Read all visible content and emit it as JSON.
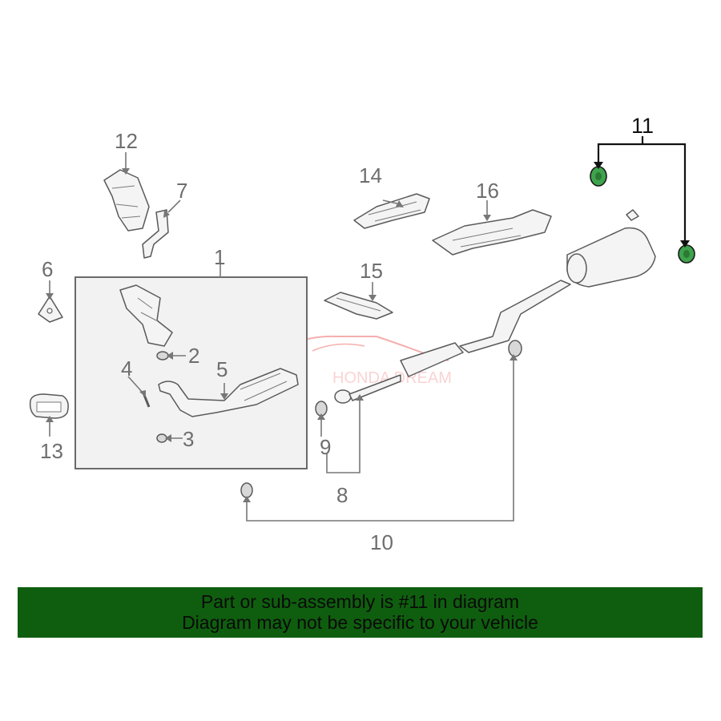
{
  "diagram": {
    "callouts": {
      "c1": "1",
      "c2": "2",
      "c3": "3",
      "c4": "4",
      "c5": "5",
      "c6": "6",
      "c7": "7",
      "c8": "8",
      "c9": "9",
      "c10": "10",
      "c11": "11",
      "c12": "12",
      "c13": "13",
      "c14": "14",
      "c15": "15",
      "c16": "16"
    },
    "highlighted_part": "11",
    "highlight_color": "#3fa34d",
    "watermark": "HONDA DREAM"
  },
  "banner": {
    "line1": "Part or sub-assembly is #11 in diagram",
    "line2": "Diagram may not be specific to your vehicle",
    "color": "#0f5e0f"
  }
}
